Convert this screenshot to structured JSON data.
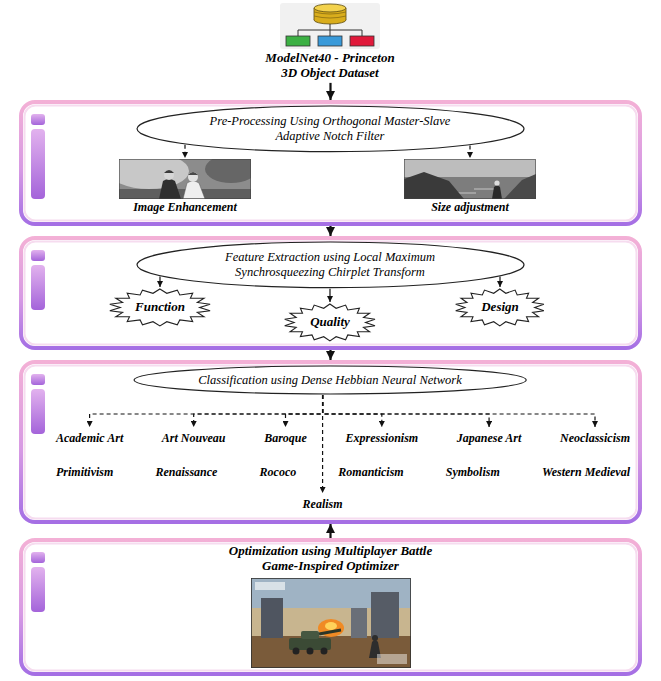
{
  "diagram": {
    "nodes": [
      {
        "text": [
          "ModelNet40 - Princeton 3D Object Dataset"
        ]
      },
      {
        "text": []
      },
      {
        "text": [
          "Pre-Processing Using Orthogonal Master-Slave Adaptive Notch Filter"
        ],
        "in": 1
      },
      {
        "text": [
          "Image Enhancement"
        ],
        "in": 1
      },
      {
        "text": [
          "Size adjustment"
        ],
        "in": 1
      },
      {
        "text": []
      },
      {
        "text": [
          "Feature Extraction using Local Maximum Synchrosqueezing Chirplet Transform"
        ],
        "in": 5
      },
      {
        "text": [
          "Function"
        ],
        "in": 5
      },
      {
        "text": [
          "Quality"
        ],
        "in": 5
      },
      {
        "text": [
          "Design"
        ],
        "in": 5
      },
      {
        "text": []
      },
      {
        "text": [
          "Classification using Dense Hebbian Neural Network"
        ],
        "in": 10
      },
      {
        "text": [
          "Academic Art"
        ],
        "in": 10
      },
      {
        "text": [
          "Art Nouveau"
        ],
        "in": 10
      },
      {
        "text": [
          "Baroque"
        ],
        "in": 10
      },
      {
        "text": [
          "Expressionism"
        ],
        "in": 10
      },
      {
        "text": [
          "Japanese Art"
        ],
        "in": 10
      },
      {
        "text": [
          "Neoclassicism"
        ],
        "in": 10
      },
      {
        "text": [
          "Primitivism"
        ],
        "in": 10
      },
      {
        "text": [
          "Renaissance"
        ],
        "in": 10
      },
      {
        "text": [
          "Rococo"
        ],
        "in": 10
      },
      {
        "text": [
          "Romanticism"
        ],
        "in": 10
      },
      {
        "text": [
          "Symbolism"
        ],
        "in": 10
      },
      {
        "text": [
          "Western Medieval"
        ],
        "in": 10
      },
      {
        "text": [
          "Realism"
        ],
        "in": 10
      },
      {
        "text": [
          "Optimization using Multiplayer Battle Game-Inspired Optimizer"
        ]
      }
    ],
    "edges": [
      {
        "from": 0,
        "to": 1,
        "arrow": "to"
      },
      {
        "from": 2,
        "to": 3,
        "arrow": "to"
      },
      {
        "from": 2,
        "to": 4,
        "arrow": "to"
      },
      {
        "from": 1,
        "to": 5,
        "arrow": "to"
      },
      {
        "from": 6,
        "to": 7,
        "arrow": "to"
      },
      {
        "from": 6,
        "to": 8,
        "arrow": "to"
      },
      {
        "from": 6,
        "to": 9,
        "arrow": "to"
      },
      {
        "from": 5,
        "to": 10,
        "arrow": "to"
      },
      {
        "from": 11,
        "to": 12,
        "arrow": "to"
      },
      {
        "from": 11,
        "to": 13,
        "arrow": "to"
      },
      {
        "from": 11,
        "to": 14,
        "arrow": "to"
      },
      {
        "from": 11,
        "to": 15,
        "arrow": "to"
      },
      {
        "from": 11,
        "to": 16,
        "arrow": "to"
      },
      {
        "from": 11,
        "to": 17,
        "arrow": "to"
      },
      {
        "from": 11,
        "to": 24,
        "arrow": "to"
      },
      {
        "from": 25,
        "to": 10,
        "arrow": "to"
      }
    ]
  }
}
